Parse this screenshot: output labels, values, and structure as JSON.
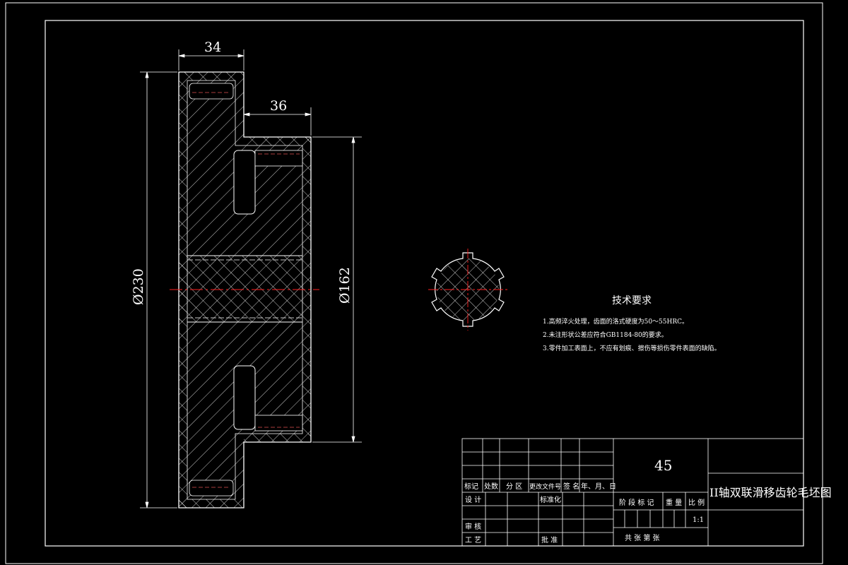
{
  "dimensions": {
    "top_width": "34",
    "hub_width": "36",
    "outer_diameter": "Ø230",
    "hub_diameter": "Ø162"
  },
  "tech_requirements": {
    "title": "技术要求",
    "items": [
      "1.高频淬火处理，齿面的洛式硬度为50～55HRC。",
      "2.未注形状公差应符合GB1184-80的要求。",
      "3.零件加工表面上，不应有划痕、擦伤等损伤零件表面的缺陷。"
    ]
  },
  "title_block": {
    "material": "45",
    "drawing_title": "II轴双联滑移齿轮毛坯图",
    "scale": "1:1",
    "header_row": [
      "标记",
      "处数",
      "分 区",
      "更改文件号",
      "签 名",
      "年、月、日"
    ],
    "design": "设 计",
    "standardization": "标准化",
    "review": "审 核",
    "process": "工 艺",
    "approve": "批 准",
    "stage_mark": "阶 段 标 记",
    "weight": "重 量",
    "ratio": "比 例",
    "sheets": "共    张  第    张"
  },
  "colors": {
    "background": "#000000",
    "line": "#ffffff",
    "center_line": "#ff2020",
    "keyway_line": "#e05050"
  }
}
